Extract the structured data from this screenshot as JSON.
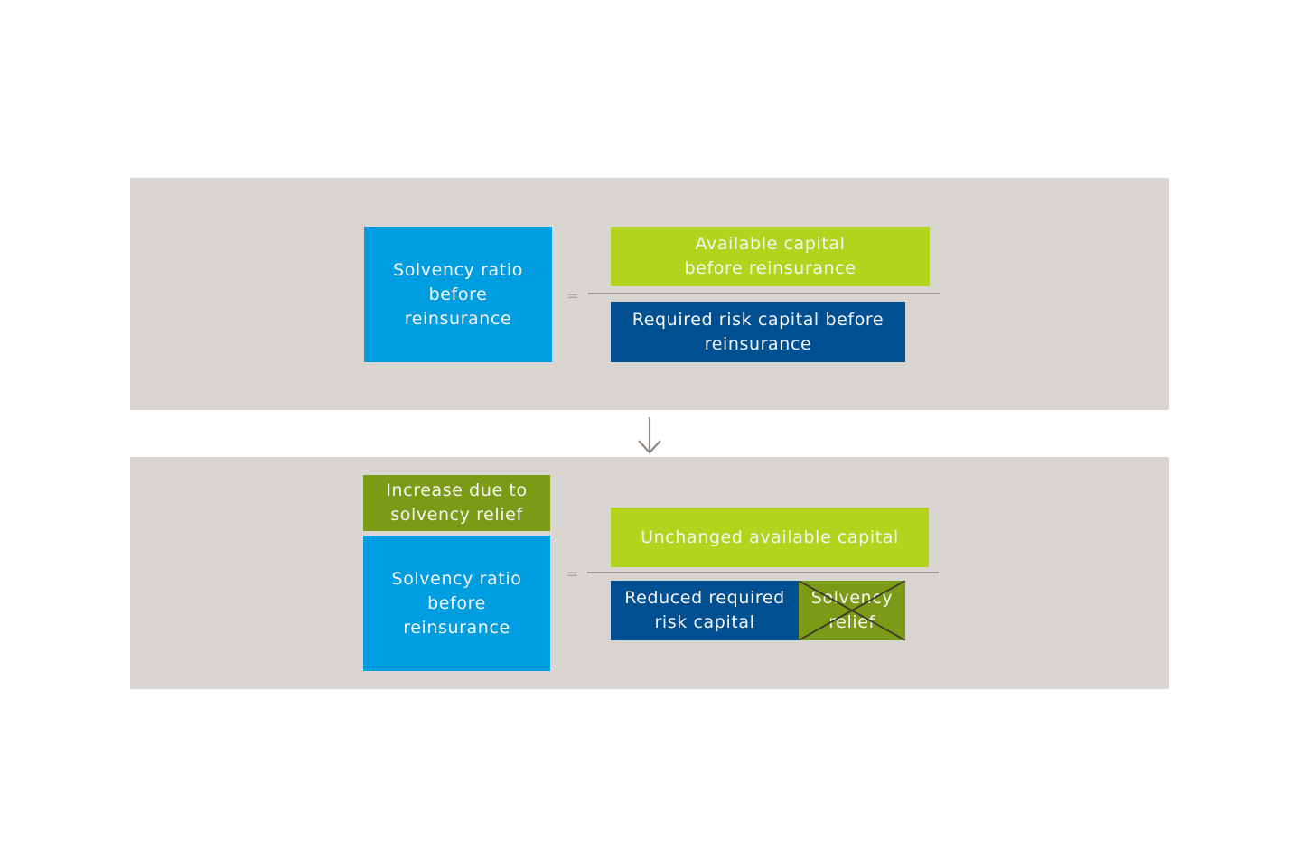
{
  "colors": {
    "blue_light": "#009ee0",
    "blue_dark": "#004f91",
    "green_light": "#b2d41c",
    "green_dark": "#7b9a16",
    "panel": "#d9d6d1"
  },
  "top": {
    "ratio_label": "Solvency ratio\nbefore\nreinsurance",
    "equals": "=",
    "numerator": "Available capital\nbefore reinsurance",
    "denominator": "Required risk capital before\nreinsurance"
  },
  "arrow_icon": "arrow-down-icon",
  "bottom": {
    "increase_label": "Increase due to\nsolvency relief",
    "ratio_label": "Solvency ratio\nbefore\nreinsurance",
    "equals": "=",
    "numerator": "Unchanged available capital",
    "denominator_reduced": "Reduced required\nrisk capital",
    "denominator_relief": "Solvency\nrelief"
  }
}
